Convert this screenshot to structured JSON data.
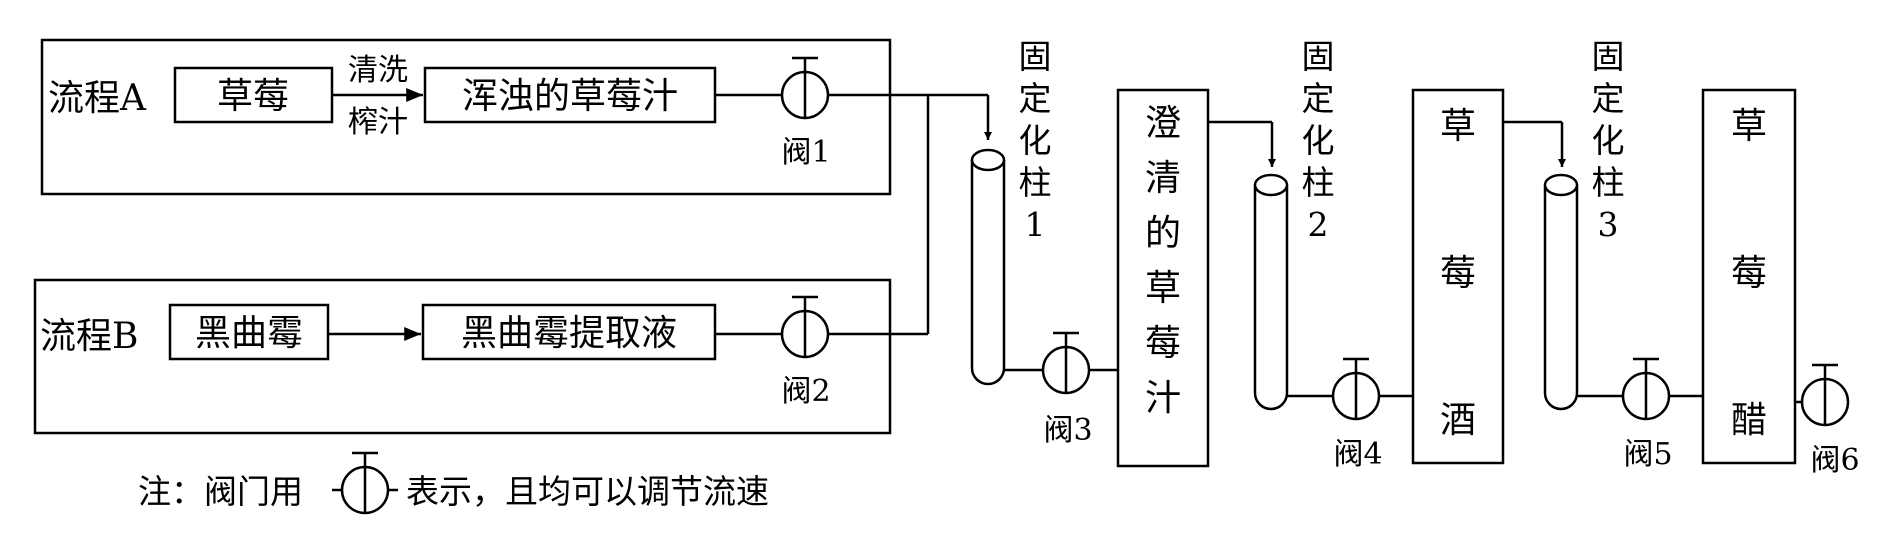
{
  "process_a": {
    "label": "流程A",
    "start": "草莓",
    "step_top": "清洗",
    "step_bottom": "榨汁",
    "product": "浑浊的草莓汁"
  },
  "process_b": {
    "label": "流程B",
    "start": "黑曲霉",
    "product": "黑曲霉提取液"
  },
  "columns": {
    "col1": [
      "固",
      "定",
      "化",
      "柱",
      "1"
    ],
    "col2": [
      "固",
      "定",
      "化",
      "柱",
      "2"
    ],
    "col3": [
      "固",
      "定",
      "化",
      "柱",
      "3"
    ]
  },
  "tanks": {
    "clear_juice": [
      "澄",
      "清",
      "的",
      "草",
      "莓",
      "汁"
    ],
    "wine": [
      "草",
      "莓",
      "酒"
    ],
    "vinegar": [
      "草",
      "莓",
      "醋"
    ]
  },
  "valves": {
    "v1": "阀1",
    "v2": "阀2",
    "v3": "阀3",
    "v4": "阀4",
    "v5": "阀5",
    "v6": "阀6"
  },
  "note": {
    "prefix": "注：阀门用",
    "suffix": "表示，且均可以调节流速"
  }
}
